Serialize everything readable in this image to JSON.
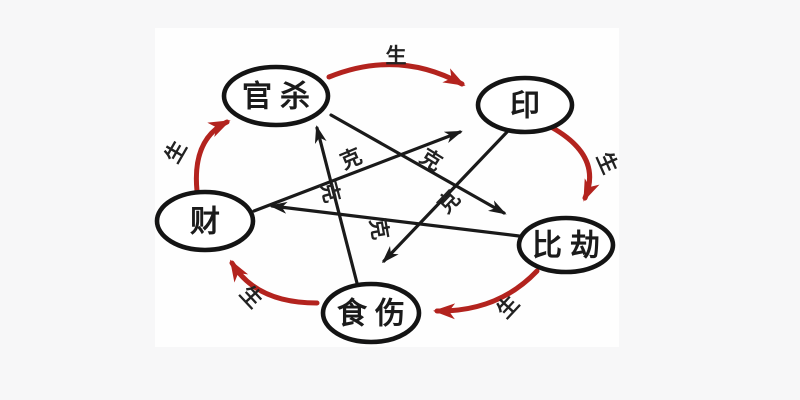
{
  "diagram": {
    "nodes": [
      {
        "id": "guansha",
        "label": "官杀"
      },
      {
        "id": "yin",
        "label": "印"
      },
      {
        "id": "bijie",
        "label": "比劫"
      },
      {
        "id": "shishang",
        "label": "食伤"
      },
      {
        "id": "cai",
        "label": "财"
      }
    ],
    "generate_edges": [
      {
        "from": "官杀",
        "to": "印",
        "label": "生"
      },
      {
        "from": "印",
        "to": "比劫",
        "label": "生"
      },
      {
        "from": "比劫",
        "to": "食伤",
        "label": "生"
      },
      {
        "from": "食伤",
        "to": "财",
        "label": "生"
      },
      {
        "from": "财",
        "to": "官杀",
        "label": "生"
      }
    ],
    "overcome_edges": [
      {
        "from": "财",
        "to": "印",
        "label": "克"
      },
      {
        "from": "官杀",
        "to": "比劫",
        "label": "克"
      },
      {
        "from": "食伤",
        "to": "官杀",
        "label": "克"
      },
      {
        "from": "印",
        "to": "食伤",
        "label": "克"
      },
      {
        "from": "比劫",
        "to": "财",
        "label": "克"
      }
    ],
    "colors": {
      "generate_arrow": "#b3231e",
      "overcome_arrow": "#1a1a1a",
      "node_stroke": "#141414",
      "node_fill": "#ffffff",
      "background": "#f7f7f8",
      "panel": "#fefefe"
    }
  }
}
